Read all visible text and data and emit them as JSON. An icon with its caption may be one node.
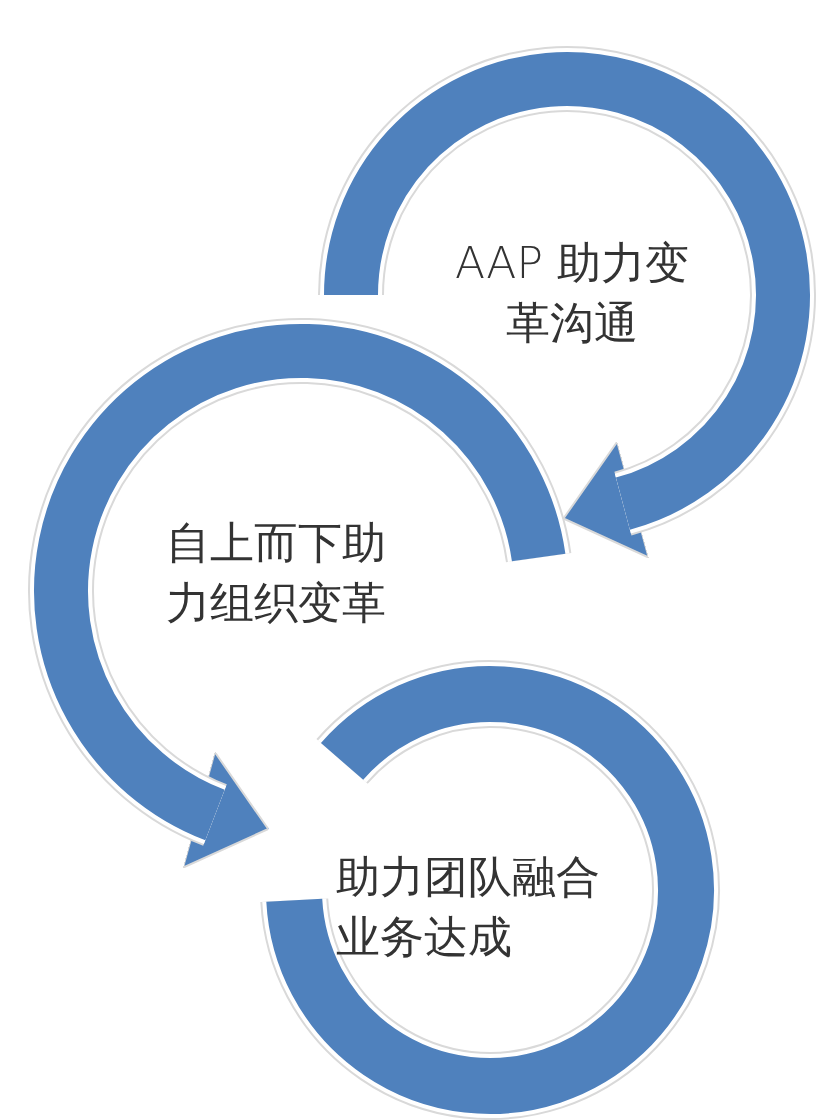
{
  "diagram": {
    "nodes": [
      {
        "text": [
          "AAP 助力变革沟通"
        ]
      },
      {
        "text": [
          "自上而下助力组织变革"
        ]
      },
      {
        "text": [
          "助力团队融合业务达成"
        ]
      }
    ],
    "edges": [
      {
        "from": 0,
        "to": 1,
        "arrow": "to"
      },
      {
        "from": 1,
        "to": 2,
        "arrow": "to"
      }
    ]
  }
}
